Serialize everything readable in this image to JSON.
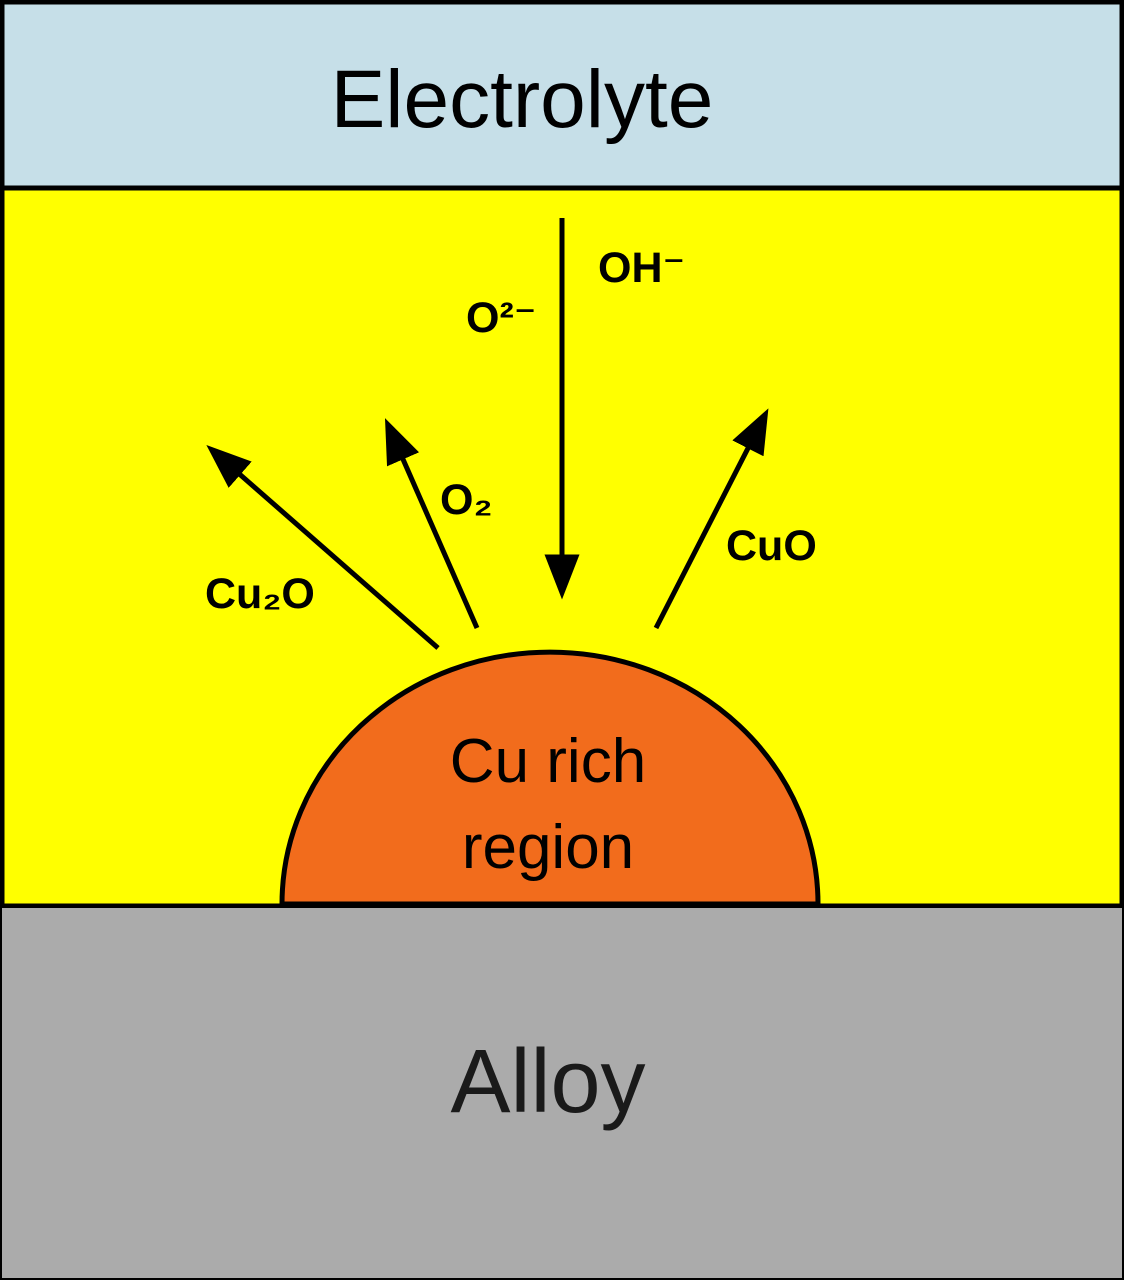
{
  "colors": {
    "electrolyte_fill": "#c6dfe8",
    "oxide_fill": "#ffff00",
    "particle_fill": "#f26c1c",
    "alloy_fill": "#ababab",
    "outline": "#000000"
  },
  "regions": {
    "electrolyte_label": "Electrolyte",
    "alloy_label": "Alloy"
  },
  "particle": {
    "label_line1": "Cu rich",
    "label_line2": "region"
  },
  "species": {
    "hydroxide": "OH⁻",
    "oxide_ion": "O²⁻",
    "oxygen": "O₂",
    "cuprous_oxide": "Cu₂O",
    "cupric_oxide": "CuO"
  }
}
